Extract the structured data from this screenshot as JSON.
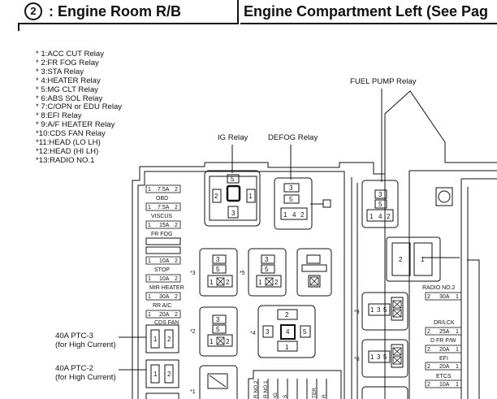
{
  "header": {
    "circle_number": "2",
    "left_title": ": Engine Room R/B",
    "right_title": "Engine Compartment Left (See Pag"
  },
  "legend": [
    "* 1:ACC CUT Relay",
    "* 2:FR FOG Relay",
    "* 3:STA Relay",
    "* 4:HEATER Relay",
    "* 5:MG CLT Relay",
    "* 6:ABS SOL Relay",
    "* 7:C/OPN or EDU Relay",
    "* 8:EFI Relay",
    "* 9:A/F HEATER Relay",
    "*10:CDS FAN Relay",
    "*11:HEAD (LO LH)",
    "*12:HEAD (HI LH)",
    "*13:RADIO NO.1"
  ],
  "labels": {
    "ig_relay": "IG Relay",
    "defog_relay": "DEFOG Relay",
    "fuel_pump_relay": "FUEL PUMP Relay",
    "ptc3_line1": "40A PTC-3",
    "ptc3_line2": "(for High Current)",
    "ptc2_line1": "40A PTC-2",
    "ptc2_line2": "(for High Current)"
  },
  "left_fuses": [
    {
      "rating": "7.5A",
      "name": "OBD"
    },
    {
      "rating": "7.5A",
      "name": "VISCUS"
    },
    {
      "rating": "15A",
      "name": "FR FOG"
    },
    {
      "rating": "10A",
      "name": "STOP"
    },
    {
      "rating": "10A",
      "name": "MIR HEATER"
    },
    {
      "rating": "30A",
      "name": "RR A/C"
    },
    {
      "rating": "20A",
      "name": "CDS FAN"
    }
  ],
  "right_fuses": [
    {
      "name": "RADIO NO.2",
      "rating": "30A"
    },
    {
      "name": "DR/LCK",
      "rating": "25A"
    },
    {
      "name": "D FR P/W",
      "rating": "20A"
    },
    {
      "name": "EFI",
      "rating": "20A"
    },
    {
      "name": "ETCS",
      "rating": "10A"
    }
  ],
  "pin_numbers": {
    "one": "1",
    "two": "2",
    "three": "3",
    "four": "4",
    "five": "5"
  },
  "relay_marks": {
    "r3": "*3",
    "r5": "*5",
    "r2": "*2",
    "r4": "*4",
    "r9": "*9",
    "r8": "*8",
    "r1": "*1"
  },
  "bottom_labels": [
    "R NO.2",
    "R NO.1",
    "IG",
    "S",
    "TER",
    "R"
  ]
}
